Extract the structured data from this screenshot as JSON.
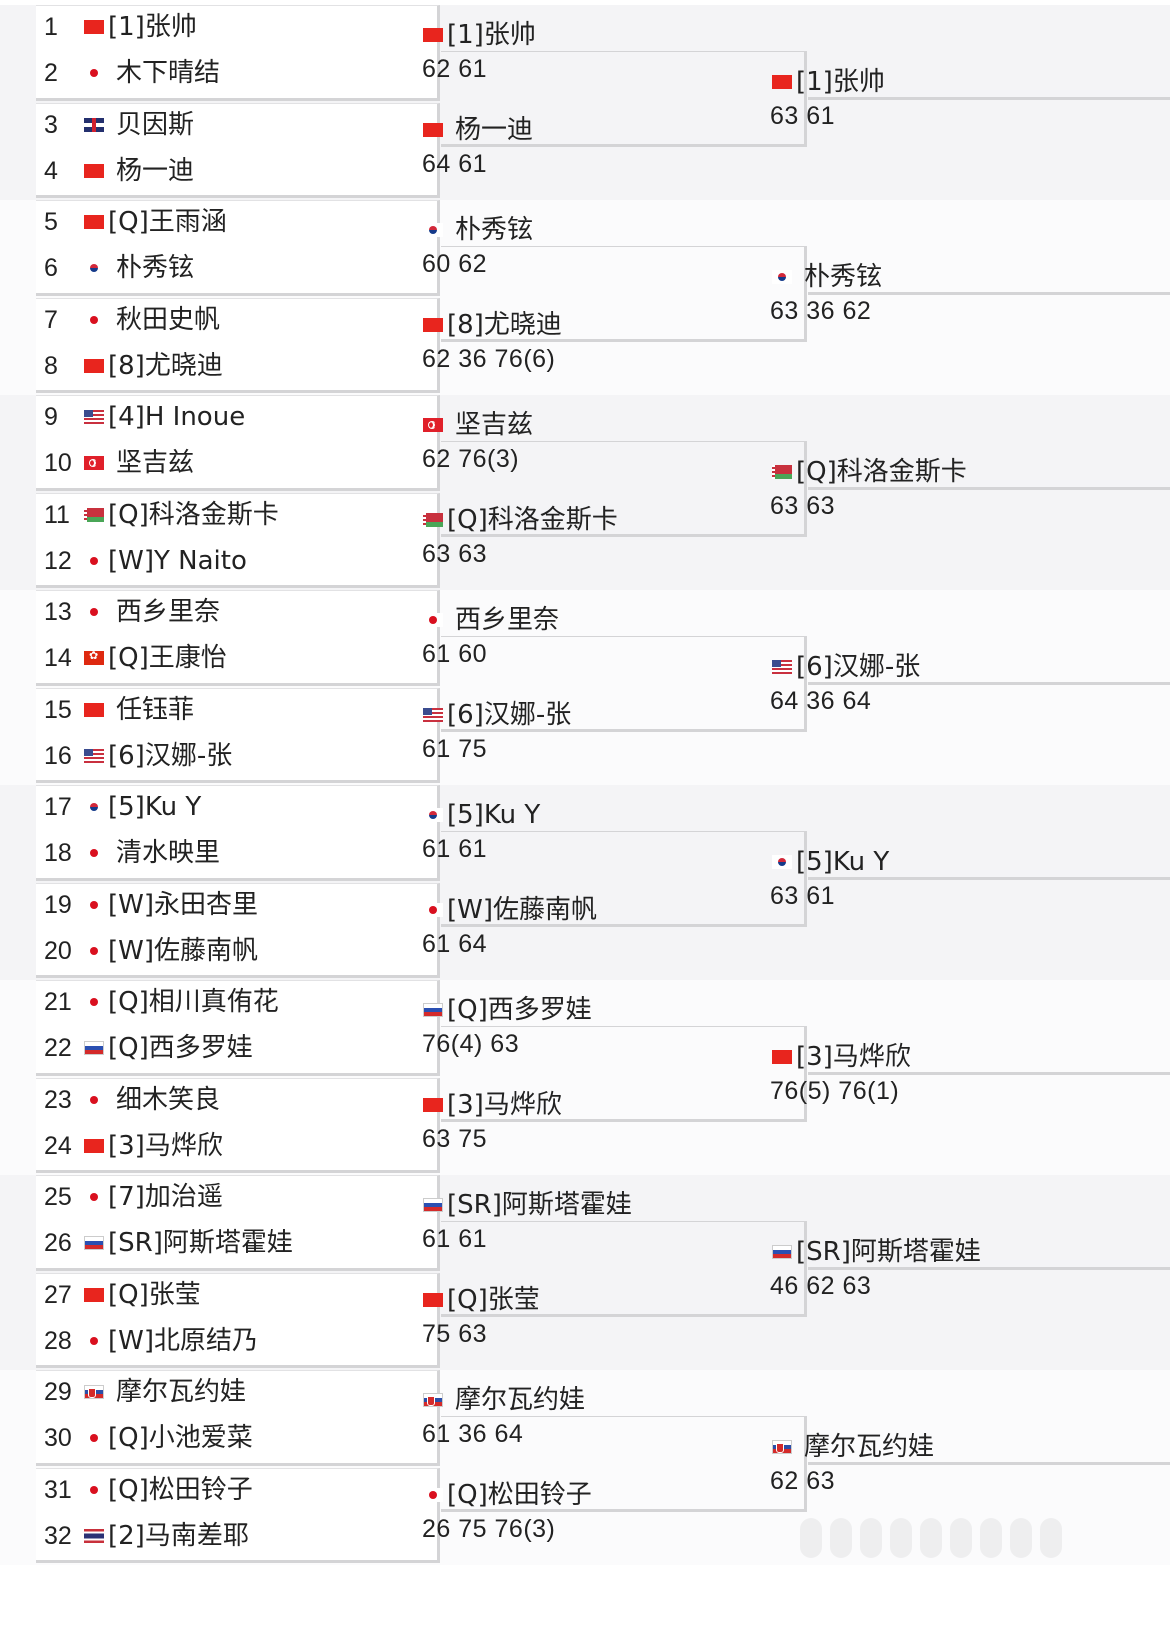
{
  "round1": [
    {
      "no": "1",
      "flag": "cn",
      "seed": "[1]",
      "name": "张帅"
    },
    {
      "no": "2",
      "flag": "jp",
      "seed": "",
      "name": "木下晴结"
    },
    {
      "no": "3",
      "flag": "gb",
      "seed": "",
      "name": "贝因斯"
    },
    {
      "no": "4",
      "flag": "cn",
      "seed": "",
      "name": "杨一迪"
    },
    {
      "no": "5",
      "flag": "cn",
      "seed": "[Q]",
      "name": "王雨涵"
    },
    {
      "no": "6",
      "flag": "kr",
      "seed": "",
      "name": "朴秀铉"
    },
    {
      "no": "7",
      "flag": "jp",
      "seed": "",
      "name": "秋田史帆"
    },
    {
      "no": "8",
      "flag": "cn",
      "seed": "[8]",
      "name": "尤晓迪"
    },
    {
      "no": "9",
      "flag": "us",
      "seed": "[4]",
      "name": "H Inoue"
    },
    {
      "no": "10",
      "flag": "tr",
      "seed": "",
      "name": "坚吉兹"
    },
    {
      "no": "11",
      "flag": "by",
      "seed": "[Q]",
      "name": "科洛金斯卡"
    },
    {
      "no": "12",
      "flag": "jp",
      "seed": "[W]",
      "name": "Y Naito"
    },
    {
      "no": "13",
      "flag": "jp",
      "seed": "",
      "name": "西乡里奈"
    },
    {
      "no": "14",
      "flag": "hk",
      "seed": "[Q]",
      "name": "王康怡"
    },
    {
      "no": "15",
      "flag": "cn",
      "seed": "",
      "name": "任钰菲"
    },
    {
      "no": "16",
      "flag": "us",
      "seed": "[6]",
      "name": "汉娜-张"
    },
    {
      "no": "17",
      "flag": "kr",
      "seed": "[5]",
      "name": "Ku Y"
    },
    {
      "no": "18",
      "flag": "jp",
      "seed": "",
      "name": "清水映里"
    },
    {
      "no": "19",
      "flag": "jp",
      "seed": "[W]",
      "name": "永田杏里"
    },
    {
      "no": "20",
      "flag": "jp",
      "seed": "[W]",
      "name": "佐藤南帆"
    },
    {
      "no": "21",
      "flag": "jp",
      "seed": "[Q]",
      "name": "相川真侑花"
    },
    {
      "no": "22",
      "flag": "ru",
      "seed": "[Q]",
      "name": "西多罗娃"
    },
    {
      "no": "23",
      "flag": "jp",
      "seed": "",
      "name": "细木笑良"
    },
    {
      "no": "24",
      "flag": "cn",
      "seed": "[3]",
      "name": "马烨欣"
    },
    {
      "no": "25",
      "flag": "jp",
      "seed": "[7]",
      "name": "加治遥"
    },
    {
      "no": "26",
      "flag": "ru",
      "seed": "[SR]",
      "name": "阿斯塔霍娃"
    },
    {
      "no": "27",
      "flag": "cn",
      "seed": "[Q]",
      "name": "张莹"
    },
    {
      "no": "28",
      "flag": "jp",
      "seed": "[W]",
      "name": "北原结乃"
    },
    {
      "no": "29",
      "flag": "sk",
      "seed": "",
      "name": "摩尔瓦约娃"
    },
    {
      "no": "30",
      "flag": "jp",
      "seed": "[Q]",
      "name": "小池爱菜"
    },
    {
      "no": "31",
      "flag": "jp",
      "seed": "[Q]",
      "name": "松田铃子"
    },
    {
      "no": "32",
      "flag": "th",
      "seed": "[2]",
      "name": "马南差耶"
    }
  ],
  "round2": [
    {
      "flag": "cn",
      "seed": "[1]",
      "name": "张帅",
      "score": "62 61"
    },
    {
      "flag": "cn",
      "seed": "",
      "name": "杨一迪",
      "score": "64 61"
    },
    {
      "flag": "kr",
      "seed": "",
      "name": "朴秀铉",
      "score": "60 62"
    },
    {
      "flag": "cn",
      "seed": "[8]",
      "name": "尤晓迪",
      "score": "62 36 76(6)"
    },
    {
      "flag": "tr",
      "seed": "",
      "name": "坚吉兹",
      "score": "62 76(3)"
    },
    {
      "flag": "by",
      "seed": "[Q]",
      "name": "科洛金斯卡",
      "score": "63 63"
    },
    {
      "flag": "jp",
      "seed": "",
      "name": "西乡里奈",
      "score": "61 60"
    },
    {
      "flag": "us",
      "seed": "[6]",
      "name": "汉娜-张",
      "score": "61 75"
    },
    {
      "flag": "kr",
      "seed": "[5]",
      "name": "Ku Y",
      "score": "61 61"
    },
    {
      "flag": "jp",
      "seed": "[W]",
      "name": "佐藤南帆",
      "score": "61 64"
    },
    {
      "flag": "ru",
      "seed": "[Q]",
      "name": "西多罗娃",
      "score": "76(4) 63"
    },
    {
      "flag": "cn",
      "seed": "[3]",
      "name": "马烨欣",
      "score": "63 75"
    },
    {
      "flag": "ru",
      "seed": "[SR]",
      "name": "阿斯塔霍娃",
      "score": "61 61"
    },
    {
      "flag": "cn",
      "seed": "[Q]",
      "name": "张莹",
      "score": "75 63"
    },
    {
      "flag": "sk",
      "seed": "",
      "name": "摩尔瓦约娃",
      "score": "61 36 64"
    },
    {
      "flag": "jp",
      "seed": "[Q]",
      "name": "松田铃子",
      "score": "26 75 76(3)"
    }
  ],
  "round3": [
    {
      "flag": "cn",
      "seed": "[1]",
      "name": "张帅",
      "score": "63 61"
    },
    {
      "flag": "kr",
      "seed": "",
      "name": "朴秀铉",
      "score": "63 36 62"
    },
    {
      "flag": "by",
      "seed": "[Q]",
      "name": "科洛金斯卡",
      "score": "63 63"
    },
    {
      "flag": "us",
      "seed": "[6]",
      "name": "汉娜-张",
      "score": "64 36 64"
    },
    {
      "flag": "kr",
      "seed": "[5]",
      "name": "Ku Y",
      "score": "63 61"
    },
    {
      "flag": "cn",
      "seed": "[3]",
      "name": "马烨欣",
      "score": "76(5) 76(1)"
    },
    {
      "flag": "ru",
      "seed": "[SR]",
      "name": "阿斯塔霍娃",
      "score": "46 62 63"
    },
    {
      "flag": "sk",
      "seed": "",
      "name": "摩尔瓦约娃",
      "score": "62 63"
    }
  ]
}
